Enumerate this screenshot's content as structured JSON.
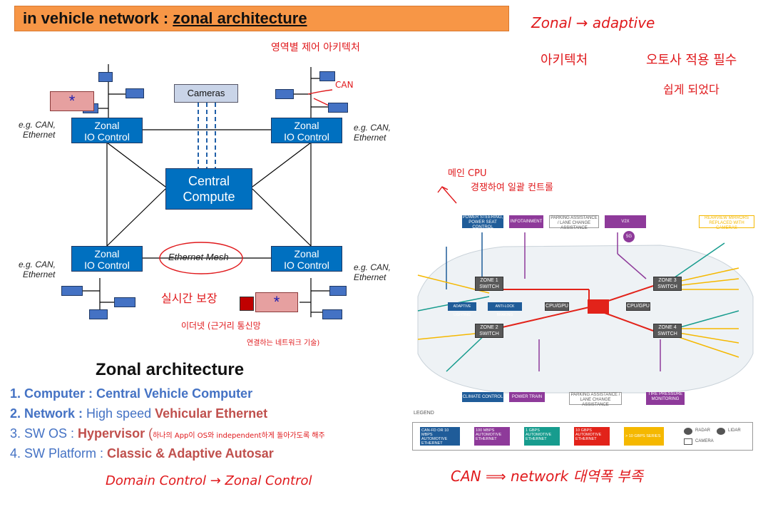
{
  "title": {
    "prefix": "in vehicle network : ",
    "highlight": "zonal architecture"
  },
  "handwriting": {
    "top_right_1": "Zonal → adaptive",
    "top_right_2": "아키텍처",
    "top_right_3": "오토사 적용 필수",
    "top_right_4": "쉽게 되었다",
    "under_title": "영역별 제어 아키텍처",
    "can_note": "CAN",
    "ethernet_note": "실시간 보장",
    "ethernet_note2": "이더넷 (근거리 통신망",
    "ethernet_note3": "연결하는 네트워크 기술)",
    "cpu_note1": "메인 CPU",
    "cpu_note2": "경쟁하여 일괄 컨트롤",
    "hypervisor_note": "하나의 App이 OS와 independent하게 돌아가도록 해주",
    "domain_zonal": "Domain Control → Zonal Control",
    "can_bottom": "CAN ⟹ network 대역폭 부족"
  },
  "diagram": {
    "cameras": "Cameras",
    "zonal_tl": [
      "Zonal",
      "IO Control"
    ],
    "zonal_tr": [
      "Zonal",
      "IO Control"
    ],
    "zonal_bl": [
      "Zonal",
      "IO Control"
    ],
    "zonal_br": [
      "Zonal",
      "IO Control"
    ],
    "central": [
      "Central",
      "Compute"
    ],
    "ethernet_mesh": "Ethernet Mesh",
    "eg_tl": [
      "e.g. CAN,",
      "Ethernet"
    ],
    "eg_tr": [
      "e.g. CAN,",
      "Ethernet"
    ],
    "eg_bl": [
      "e.g. CAN,",
      "Ethernet"
    ],
    "eg_br": [
      "e.g. CAN,",
      "Ethernet"
    ],
    "star": "*"
  },
  "section_title": "Zonal architecture",
  "list": [
    {
      "num": "1. ",
      "label": "Computer : ",
      "value": "Central Vehicle Computer"
    },
    {
      "num": "2. ",
      "label": "Network : ",
      "plain": "High speed ",
      "value": "Vehicular Ethernet"
    },
    {
      "num": "3. ",
      "label": "SW OS : ",
      "value": "Hypervisor",
      "tail": " ("
    },
    {
      "num": "4. ",
      "label": "SW Platform : ",
      "value": "Classic & Adaptive Autosar"
    }
  ],
  "car": {
    "top_boxes": [
      "POWER STEERING, POWER SEAT CONTROL",
      "INFOTAINMENT",
      "PARKING ASSISTANCE / LANE CHANGE ASSISTANCE",
      "V2X",
      "REARVIEW MIRRORS REPLACED WITH CAMERAS"
    ],
    "bottom_boxes": [
      "CLIMATE CONTROL",
      "POWER TRAIN",
      "PARKING ASSISTANCE / LANE CHANGE ASSISTANCE",
      "TIRE PRESSURE MONITORING"
    ],
    "zones": [
      "ZONE 1 SWITCH",
      "ZONE 2 SWITCH",
      "ZONE 3 SWITCH",
      "ZONE 4 SWITCH"
    ],
    "mid_boxes": [
      "ADAPTIVE LIGHTING",
      "ANTI-LOCK BRAKING"
    ],
    "cpu": [
      "CPU/GPU",
      "CPU/GPU"
    ],
    "badge_5g": "5G"
  },
  "legend": {
    "title": "LEGEND",
    "items": [
      {
        "label": "CAN-FD OR 10 MBPS AUTOMOTIVE ETHERNET",
        "color": "#1f5c99"
      },
      {
        "label": "100 MBPS AUTOMOTIVE ETHERNET",
        "color": "#8e3a9a"
      },
      {
        "label": "1 GBPS AUTOMOTIVE ETHERNET",
        "color": "#179c8e"
      },
      {
        "label": "10 GBPS AUTOMOTIVE ETHERNET",
        "color": "#e2231a"
      },
      {
        "label": "> 10 GBPS SERIES",
        "color": "#f5b800"
      }
    ],
    "icons": [
      "RADAR",
      "LIDAR",
      "CAMERA"
    ]
  },
  "colors": {
    "accent": "#f79646",
    "blue_block": "#0070c0",
    "handwriting": "#e0191c"
  }
}
